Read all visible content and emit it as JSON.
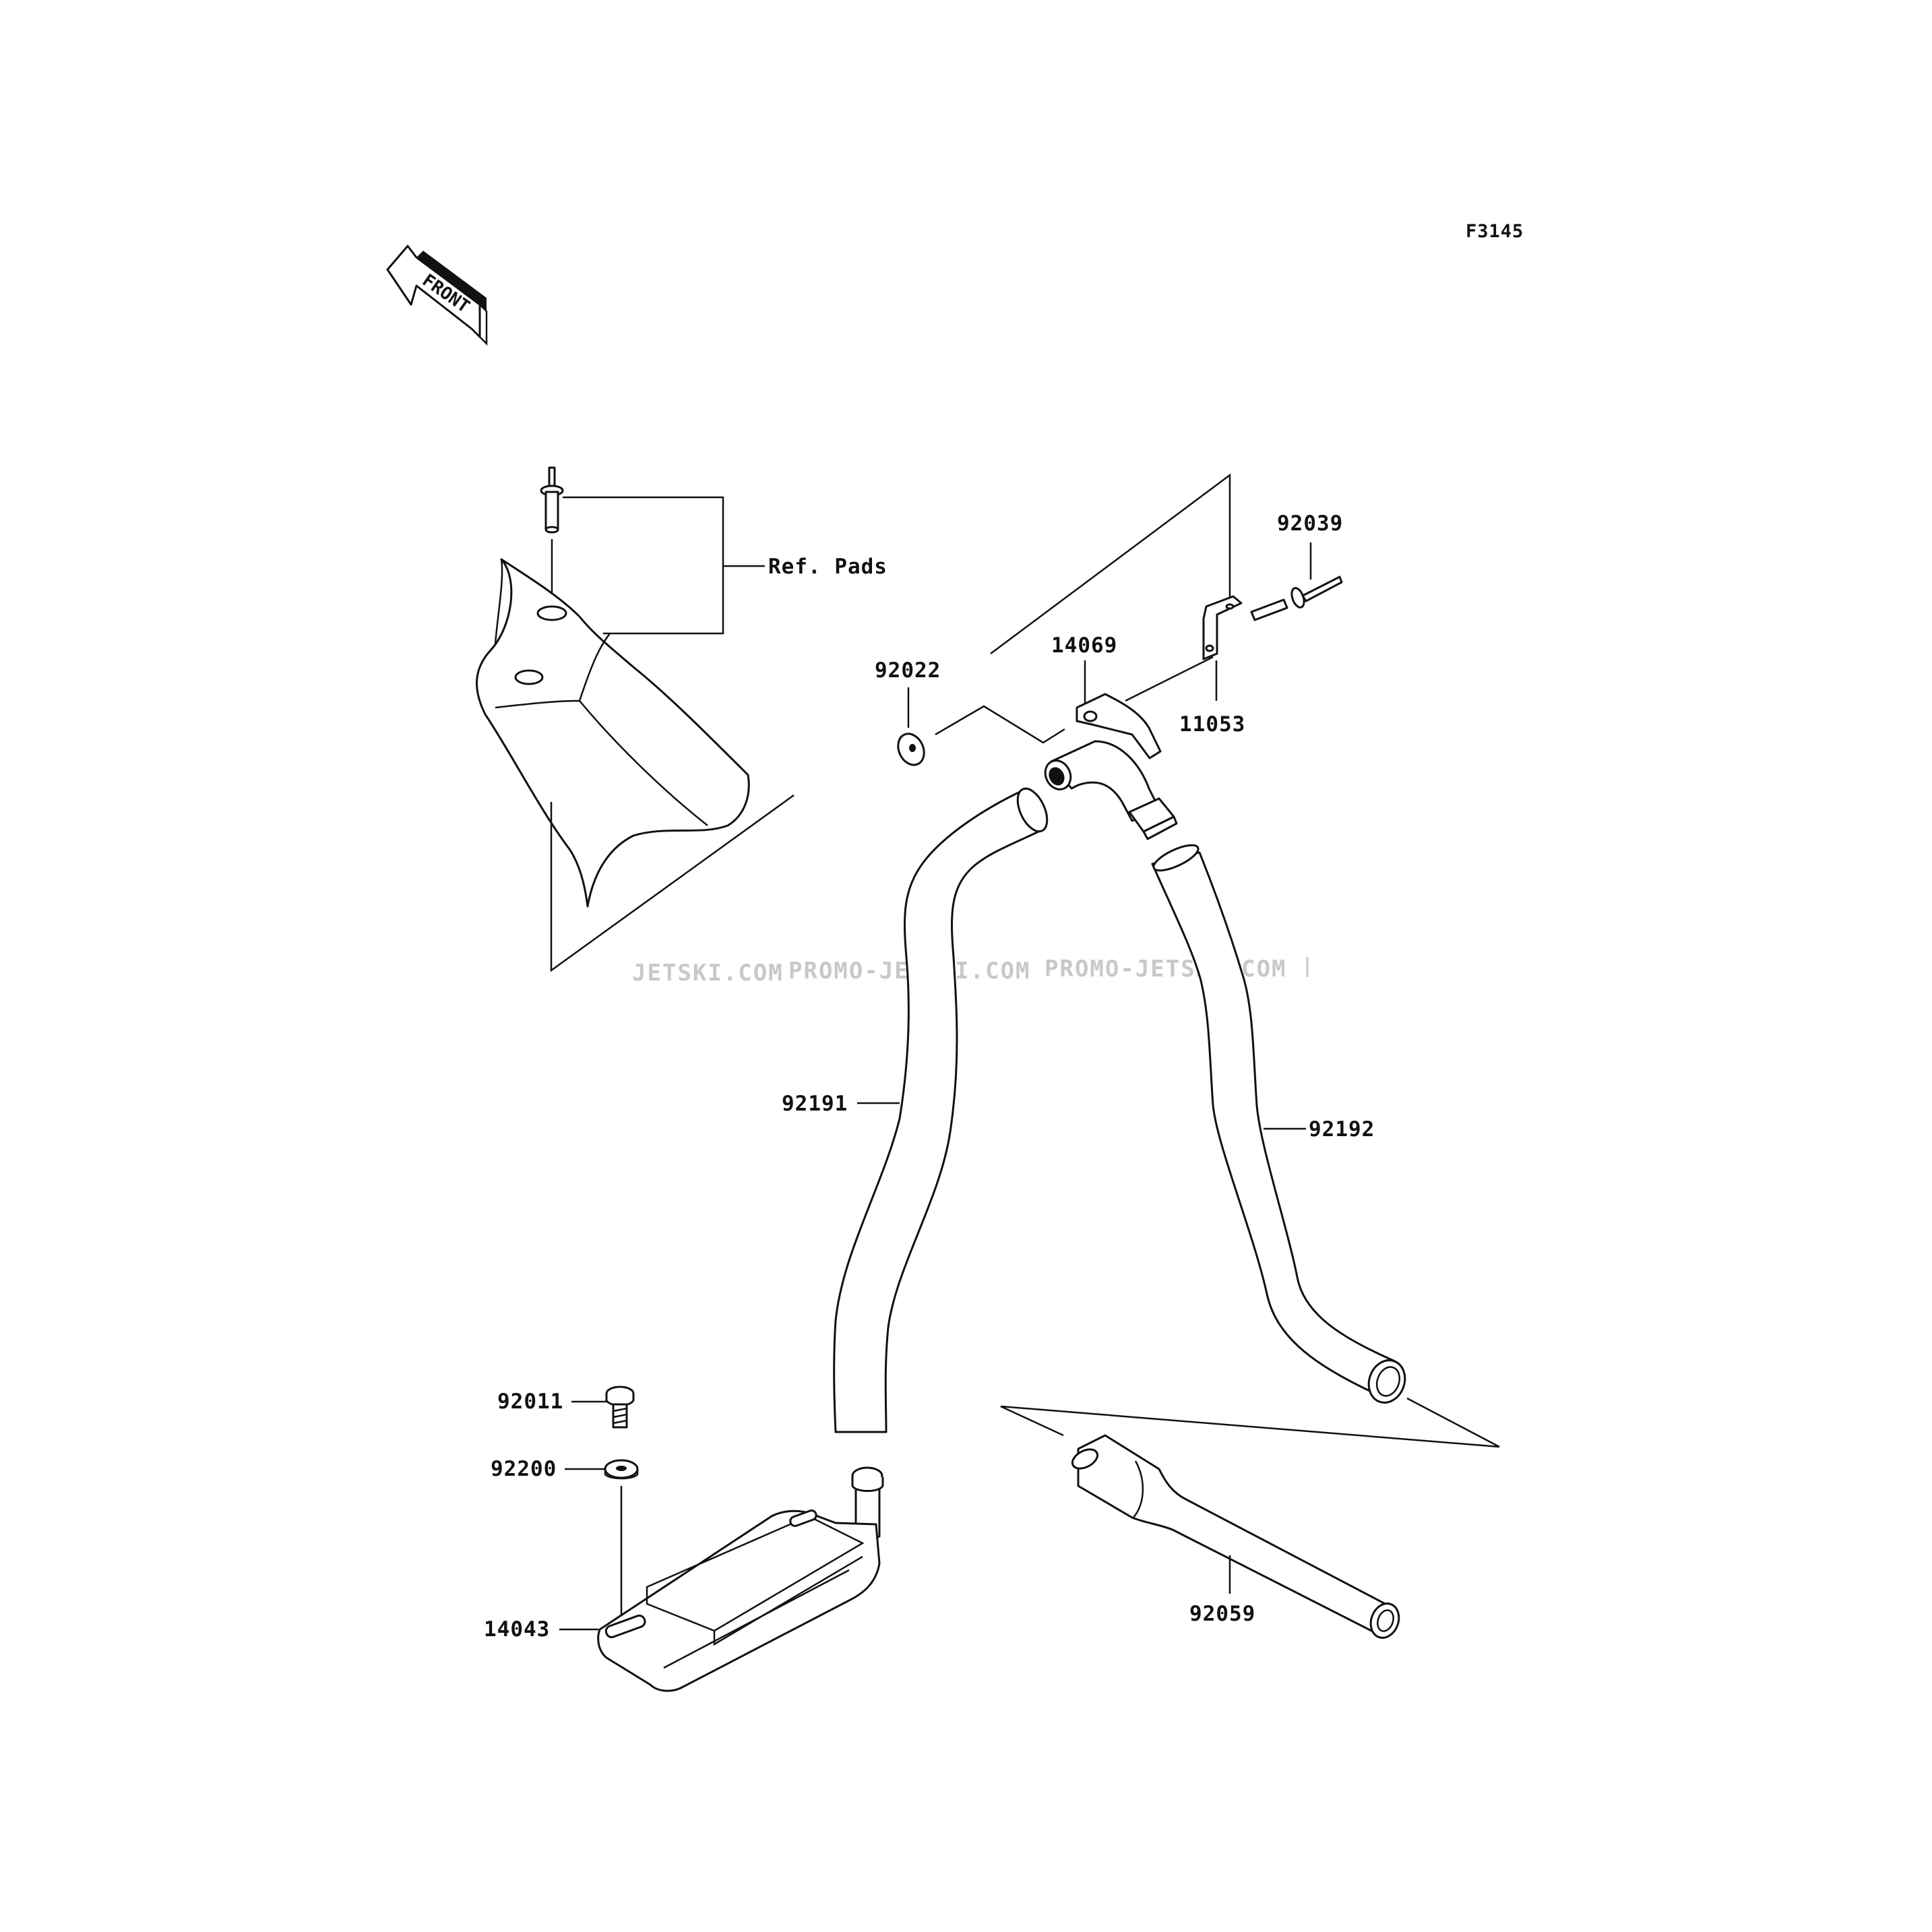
{
  "diagram_code": "F3145",
  "front_label": "FRONT",
  "watermark": {
    "parts": [
      "JETSKI.COM",
      "PROMO-JETSKI.COM",
      "PROMO-JETSKI.COM"
    ]
  },
  "callouts": {
    "ref_pads": "Ref. Pads",
    "p92039": "92039",
    "p14069": "14069",
    "p92022": "92022",
    "p11053": "11053",
    "p92191": "92191",
    "p92192": "92192",
    "p92011": "92011",
    "p92200": "92200",
    "p14043": "14043",
    "p92059": "92059"
  }
}
